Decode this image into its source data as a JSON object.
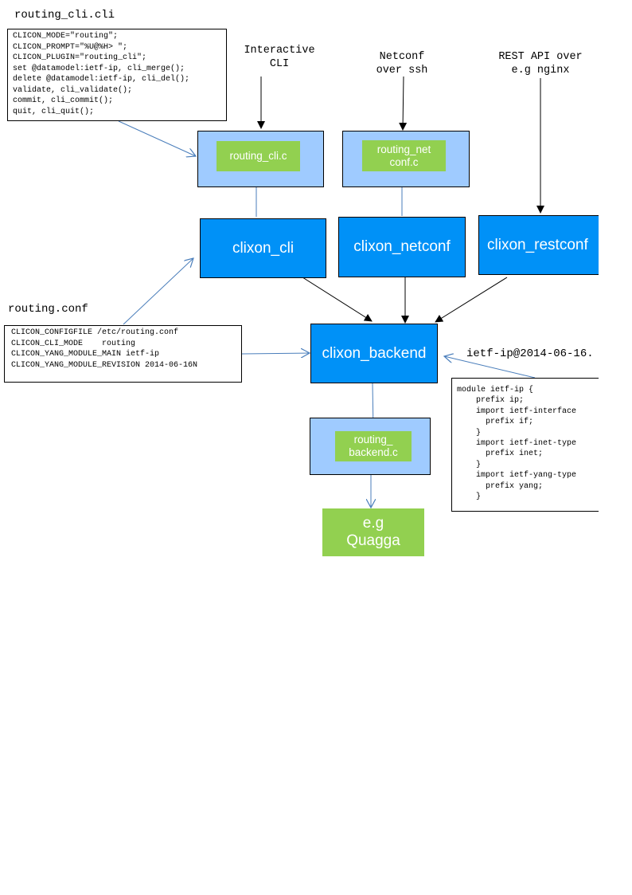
{
  "cli_file": {
    "title": "routing_cli.cli",
    "lines": [
      "CLICON_MODE=\"routing\";",
      "CLICON_PROMPT=\"%U@%H> \";",
      "CLICON_PLUGIN=\"routing_cli\";",
      "set @datamodel:ietf-ip, cli_merge();",
      "delete @datamodel:ietf-ip, cli_del();",
      "validate, cli_validate();",
      "commit, cli_commit();",
      "quit, cli_quit();"
    ]
  },
  "captions": {
    "interactive": [
      "Interactive",
      "CLI"
    ],
    "netconf": [
      "Netconf",
      "over ssh"
    ],
    "rest": [
      "REST API over",
      "e.g nginx"
    ]
  },
  "plugins": {
    "cli": "routing_cli.c",
    "netconf": "routing_net conf.c",
    "backend": "routing_ backend.c"
  },
  "processes": {
    "cli": "clixon_cli",
    "netconf": "clixon_netconf",
    "restconf": "clixon_restconf",
    "backend": "clixon_backend"
  },
  "quagga": "e.g Quagga",
  "conf_file": {
    "title": "routing.conf",
    "lines": [
      "CLICON_CONFIGFILE /etc/routing.conf",
      "CLICON_CLI_MODE    routing",
      "CLICON_YANG_MODULE_MAIN ietf-ip",
      "CLICON_YANG_MODULE_REVISION 2014-06-16N"
    ]
  },
  "yang_file": {
    "title": "ietf-ip@2014-06-16.",
    "lines": [
      "module ietf-ip {",
      "    prefix ip;",
      "    import ietf-interface",
      "      prefix if;",
      "    }",
      "    import ietf-inet-type",
      "      prefix inet;",
      "    }",
      "    import ietf-yang-type",
      "      prefix yang;",
      "    }"
    ]
  },
  "colors": {
    "light_blue": "#9fcbff",
    "blue": "#0091f7",
    "green": "#92d050",
    "arrow_blue": "#4a7ebb"
  }
}
